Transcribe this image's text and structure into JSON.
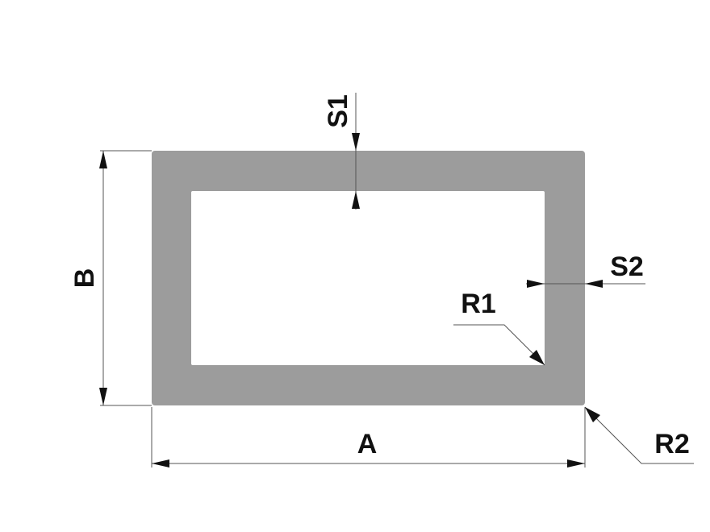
{
  "labels": {
    "a": "A",
    "b": "B",
    "s1": "S1",
    "s2": "S2",
    "r1": "R1",
    "r2": "R2"
  },
  "colors": {
    "profile": "#9c9c9c",
    "text": "#111111",
    "lines": "#555555"
  }
}
